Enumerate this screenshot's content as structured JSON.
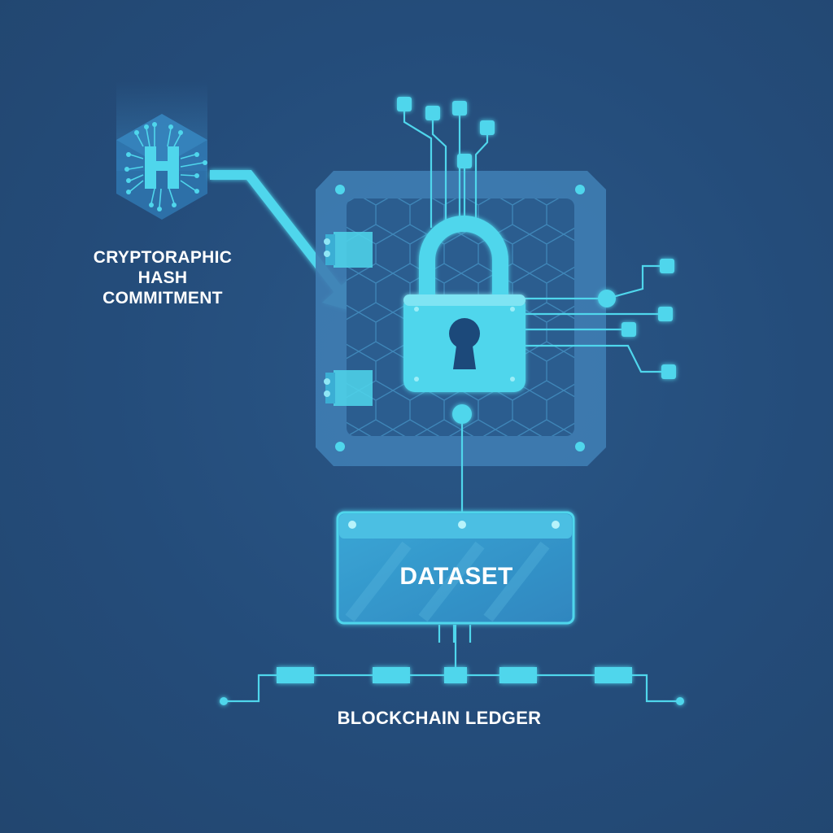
{
  "labels": {
    "hash_commitment": "CRYPTORAPHIC HASH COMMITMENT",
    "dataset": "DATASET",
    "blockchain_ledger": "BLOCKCHAIN LEDGER"
  },
  "icons": {
    "hash": "hash-chip-icon",
    "vault": "vault-icon",
    "lock": "padlock-icon",
    "ledger": "blockchain-icon"
  },
  "colors": {
    "background": "#244c7a",
    "accent": "#4fd6ec",
    "frame": "#4a86b8",
    "text": "#ffffff"
  }
}
